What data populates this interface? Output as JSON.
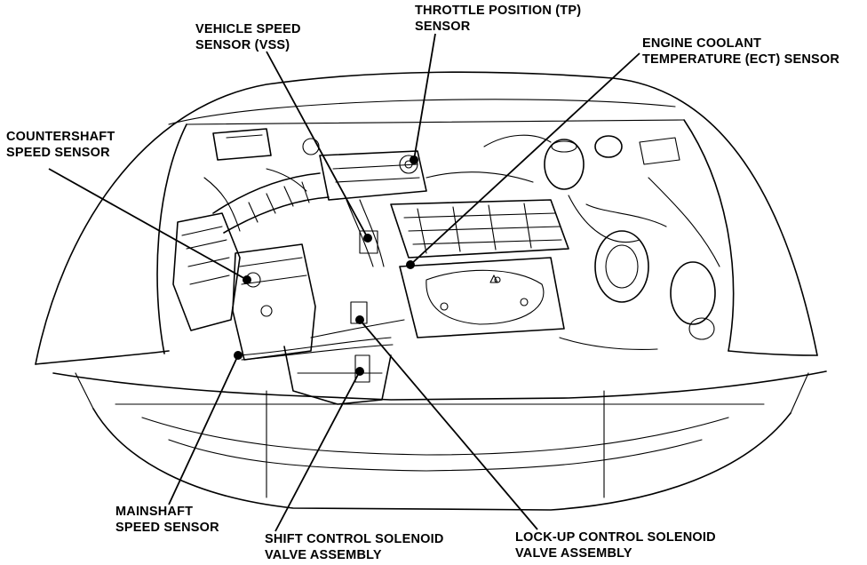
{
  "diagram": {
    "labels": {
      "vss": [
        "VEHICLE SPEED",
        "SENSOR (VSS)"
      ],
      "tp": [
        "THROTTLE POSITION (TP)",
        "SENSOR"
      ],
      "ect": [
        "ENGINE COOLANT",
        "TEMPERATURE (ECT) SENSOR"
      ],
      "countershaft": [
        "COUNTERSHAFT",
        "SPEED SENSOR"
      ],
      "mainshaft": [
        "MAINSHAFT",
        "SPEED SENSOR"
      ],
      "shift": [
        "SHIFT CONTROL SOLENOID",
        "VALVE ASSEMBLY"
      ],
      "lockup": [
        "LOCK-UP CONTROL SOLENOID",
        "VALVE ASSEMBLY"
      ]
    }
  }
}
